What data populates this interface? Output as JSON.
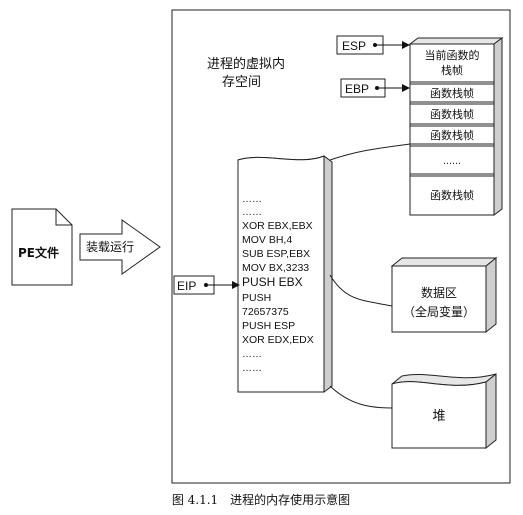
{
  "diagram": {
    "memory_label_lines": [
      "进程的虚拟内",
      "存空间"
    ],
    "pe_file_label": "PE文件",
    "load_run_label": "装载运行",
    "registers": {
      "esp": "ESP",
      "ebp": "EBP",
      "eip": "EIP"
    },
    "stack": {
      "current_frame_lines": [
        "当前函数的",
        "栈帧"
      ],
      "frames": [
        "函数栈帧",
        "函数栈帧",
        "函数栈帧"
      ],
      "ellipsis": "……",
      "bottom_frame": "函数栈帧"
    },
    "code_lines": [
      "……",
      "……",
      "XOR EBX,EBX",
      "MOV BH,4",
      "SUB ESP,EBX",
      "MOV BX,3233",
      "PUSH EBX",
      "PUSH",
      "72657375",
      "PUSH ESP",
      "XOR EDX,EDX",
      "……",
      "……"
    ],
    "data_area_lines": [
      "数据区",
      "（全局变量）"
    ],
    "heap_label": "堆"
  },
  "caption": "图 4.1.1　进程的内存使用示意图"
}
